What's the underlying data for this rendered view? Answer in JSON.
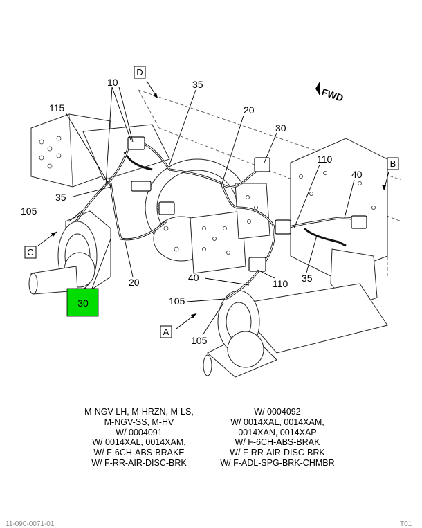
{
  "labels": {
    "l10": "10",
    "l35_top": "35",
    "l20_top": "20",
    "l30_top": "30",
    "l115": "115",
    "l35_left": "35",
    "l105_left": "105",
    "l30_highlight": "30",
    "l20_bottom": "20",
    "l40_bottom": "40",
    "l110_bottom": "110",
    "l105_bottom": "105",
    "l105_lower": "105",
    "l110_right": "110",
    "l40_right": "40",
    "l35_right": "35",
    "view_d": "D",
    "view_b": "B",
    "view_c": "C",
    "view_a": "A",
    "fwd": "FWD"
  },
  "highlight_color": "#00dd00",
  "notes_left": [
    "M-NGV-LH, M-HRZN, M-LS,",
    "M-NGV-SS, M-HV",
    "W/ 0004091",
    "W/ 0014XAL, 0014XAM,",
    "W/ F-6CH-ABS-BRAKE",
    "W/ F-RR-AIR-DISC-BRK"
  ],
  "notes_right": [
    "W/ 0004092",
    "W/ 0014XAL, 0014XAM,",
    "0014XAN, 0014XAP",
    "W/ F-6CH-ABS-BRAK",
    "W/ F-RR-AIR-DISC-BRK",
    "W/ F-ADL-SPG-BRK-CHMBR"
  ],
  "footer_left": "11-090-0071-01",
  "footer_right": "T01"
}
